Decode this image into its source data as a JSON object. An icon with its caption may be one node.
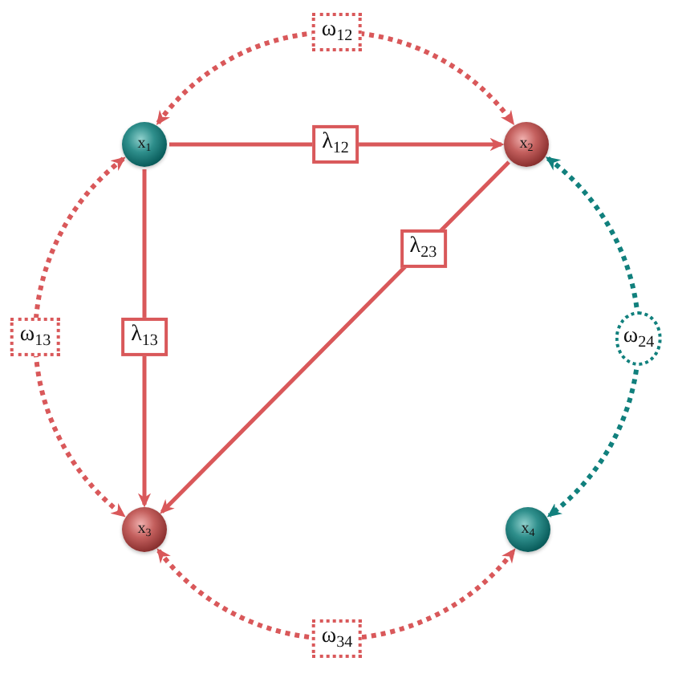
{
  "diagram": {
    "nodes": [
      {
        "text": [
          "x$_{1}$"
        ]
      },
      {
        "text": [
          "x$_{2}$"
        ]
      },
      {
        "text": [
          "x$_{3}$"
        ]
      },
      {
        "text": [
          "x$_{4}$"
        ]
      }
    ],
    "edges": [
      {
        "from": 0,
        "to": 1,
        "arrow": "to",
        "label": "λ$_{12}$"
      },
      {
        "from": 0,
        "to": 2,
        "arrow": "to",
        "label": "λ$_{13}$"
      },
      {
        "from": 1,
        "to": 2,
        "arrow": "to",
        "label": "λ$_{23}$"
      },
      {
        "from": 0,
        "to": 1,
        "arrow": "both",
        "style": "dashed",
        "label": "ω$_{12}$"
      },
      {
        "from": 0,
        "to": 2,
        "arrow": "both",
        "style": "dashed",
        "label": "ω$_{13}$"
      },
      {
        "from": 1,
        "to": 3,
        "arrow": "both",
        "style": "dashed",
        "color": "#11807d",
        "label": "ω$_{24}$"
      },
      {
        "from": 2,
        "to": 3,
        "arrow": "both",
        "style": "dashed",
        "label": "ω$_{34}$"
      }
    ]
  }
}
